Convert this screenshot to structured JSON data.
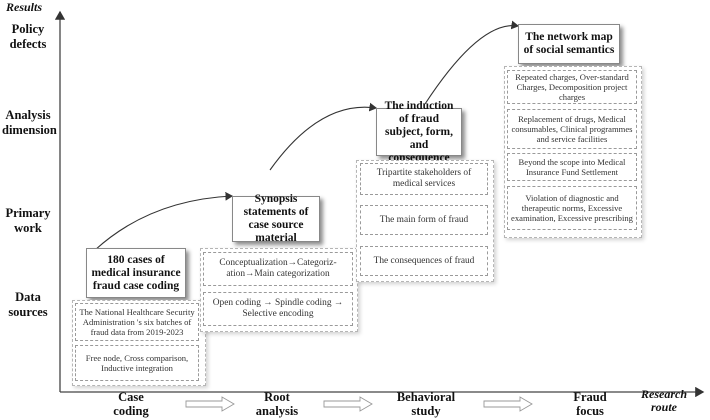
{
  "axes": {
    "y_title": "Results",
    "x_title": "Research route",
    "y_levels": [
      "Policy defects",
      "Analysis dimension",
      "Primary work",
      "Data sources"
    ],
    "x_stages": [
      "Case coding",
      "Root analysis",
      "Behavioral study",
      "Fraud focus"
    ]
  },
  "stages": [
    {
      "title": "180 cases of medical insurance fraud case coding",
      "items": [
        "The National Healthcare Security Administration 's six batches of fraud data from 2019-2023",
        "Free node, Cross comparison, Inductive integration"
      ]
    },
    {
      "title": "Synopsis statements of case source material",
      "items": [
        "Conceptualization→Categoriz-ation→Main categorization",
        "Open coding → Spindle coding → Selective encoding"
      ]
    },
    {
      "title": "The induction of fraud subject, form, and consequence",
      "items": [
        "Tripartite stakeholders of medical services",
        "The main form of fraud",
        "The consequences of fraud"
      ]
    },
    {
      "title": "The network map of social semantics",
      "items": [
        "Repeated charges, Over-standard Charges, Decomposition project charges",
        "Replacement of drugs, Medical consumables, Clinical programmes and service facilities",
        "Beyond the scope into Medical Insurance Fund Settlement",
        "Violation of diagnostic and therapeutic norms, Excessive examination, Excessive prescribing"
      ]
    }
  ],
  "colors": {
    "axis": "#444444",
    "arrow_outline": "#999999",
    "shadow": "#000000"
  }
}
